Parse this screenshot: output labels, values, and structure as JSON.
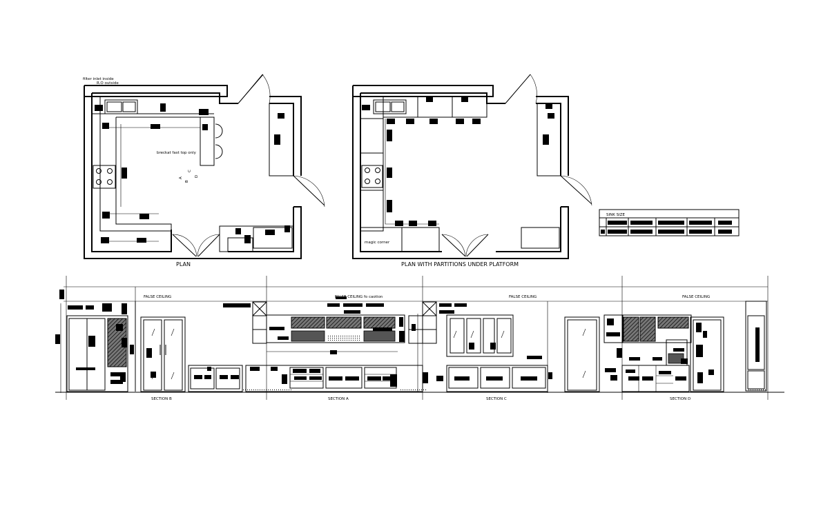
{
  "labels": {
    "plan": "PLAN",
    "plan_partitions": "PLAN WITH PARTITIONS UNDER PLATFORM",
    "filter_note_line1": "filter inlet inside",
    "filter_note_line2": "R.O outside",
    "breakfast_note": "breckat fast top only",
    "magic_corner": "magic corner",
    "sink_size": "SINK SIZE",
    "section_b": "SECTION B",
    "section_a": "SECTION A",
    "section_c": "SECTION C",
    "section_d": "SECTION D",
    "false_ceiling_b": "FALSE CEILING",
    "false_ceiling_a": "FALSE CEILING fo caotion",
    "false_ceiling_c": "FALSE CEILING",
    "false_ceiling_d": "FALSE CEILING",
    "key_a": "A",
    "key_b": "B",
    "key_c": "C",
    "key_d": "D"
  },
  "colors": {
    "line": "#000000",
    "background": "#ffffff",
    "hatch_fill": "#555555"
  }
}
